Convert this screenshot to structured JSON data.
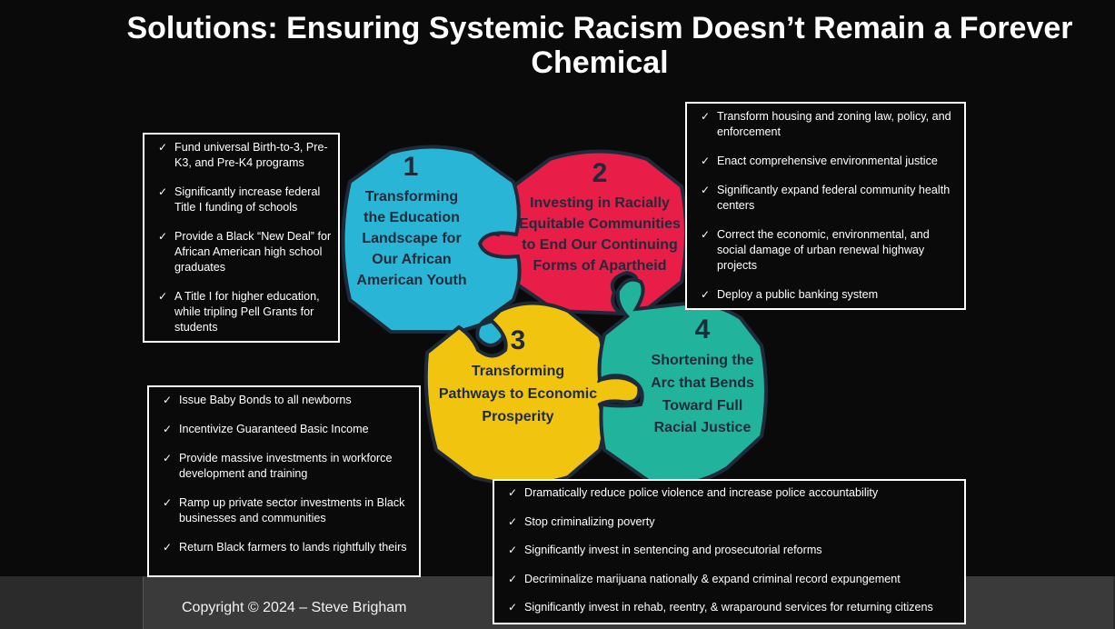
{
  "title": "Solutions: Ensuring Systemic Racism Doesn’t Remain a Forever Chemical",
  "copyright": "Copyright © 2024 – Steve Brigham",
  "colors": {
    "blue": "#29b6d6",
    "red": "#e81d48",
    "yellow": "#f1c40f",
    "teal": "#22b39c",
    "outline": "#1e2a3a"
  },
  "pieces": [
    {
      "number": "1",
      "lines": [
        "Transforming",
        "the Education",
        "Landscape for",
        "Our African",
        "American Youth"
      ]
    },
    {
      "number": "2",
      "lines": [
        "Investing in Racially",
        "Equitable Communities",
        "to End Our Continuing",
        "Forms of Apartheid"
      ]
    },
    {
      "number": "3",
      "lines": [
        "Transforming",
        "Pathways to Economic",
        "Prosperity"
      ]
    },
    {
      "number": "4",
      "lines": [
        "Shortening the",
        "Arc that Bends",
        "Toward Full",
        "Racial Justice"
      ]
    }
  ],
  "box1": {
    "items": [
      "Fund universal Birth-to-3, Pre-K3, and Pre-K4 programs",
      "Significantly increase federal Title I funding of schools",
      "Provide a Black “New Deal” for African American high school graduates",
      "A Title I for higher education, while tripling Pell Grants for students"
    ]
  },
  "box2": {
    "items": [
      "Transform housing and zoning law, policy, and enforcement",
      "Enact comprehensive environmental justice",
      "Significantly expand federal community health centers",
      "Correct the economic, environmental, and social damage of urban renewal highway projects",
      "Deploy a public banking system"
    ]
  },
  "box3": {
    "items": [
      "Issue Baby Bonds to all newborns",
      "Incentivize Guaranteed Basic Income",
      "Provide massive investments in workforce development and training",
      "Ramp up private sector investments in Black businesses and communities",
      "Return Black farmers to lands rightfully theirs"
    ]
  },
  "box4": {
    "items": [
      "Dramatically reduce police violence and increase police accountability",
      "Stop criminalizing poverty",
      "Significantly invest in sentencing and prosecutorial reforms",
      "Decriminalize marijuana nationally & expand criminal record expungement",
      "Significantly invest in rehab, reentry, & wraparound services for returning citizens"
    ]
  },
  "check_icon": "check-mark-icon"
}
